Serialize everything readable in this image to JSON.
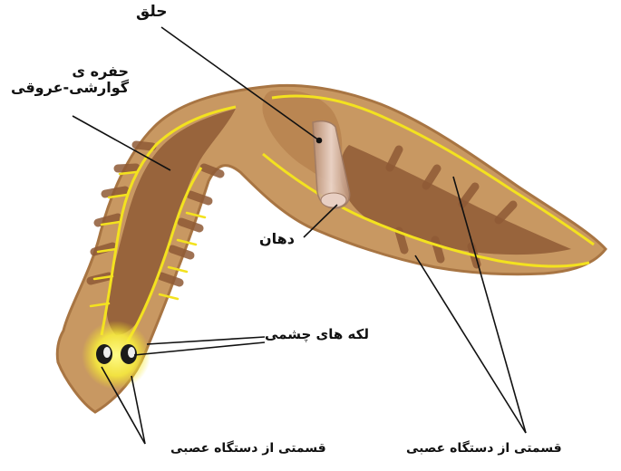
{
  "labels": {
    "pharynx": "حلق",
    "gastrovascular_cavity_line1": "حفره ی",
    "gastrovascular_cavity_line2": "گوارشی-عروقی",
    "mouth": "دهان",
    "eyespots": "لکه های چشمی",
    "nervous_system_left": "قسمتی از دستگاه عصبی",
    "nervous_system_right": "قسمتی از دستگاه عصبی"
  },
  "colors": {
    "body_fill": "#c89862",
    "body_edge": "#a87543",
    "gut_fill": "#8f5a36",
    "nerve": "#f3e21f",
    "eye_glow": "#fff94a",
    "background": "#ffffff"
  }
}
